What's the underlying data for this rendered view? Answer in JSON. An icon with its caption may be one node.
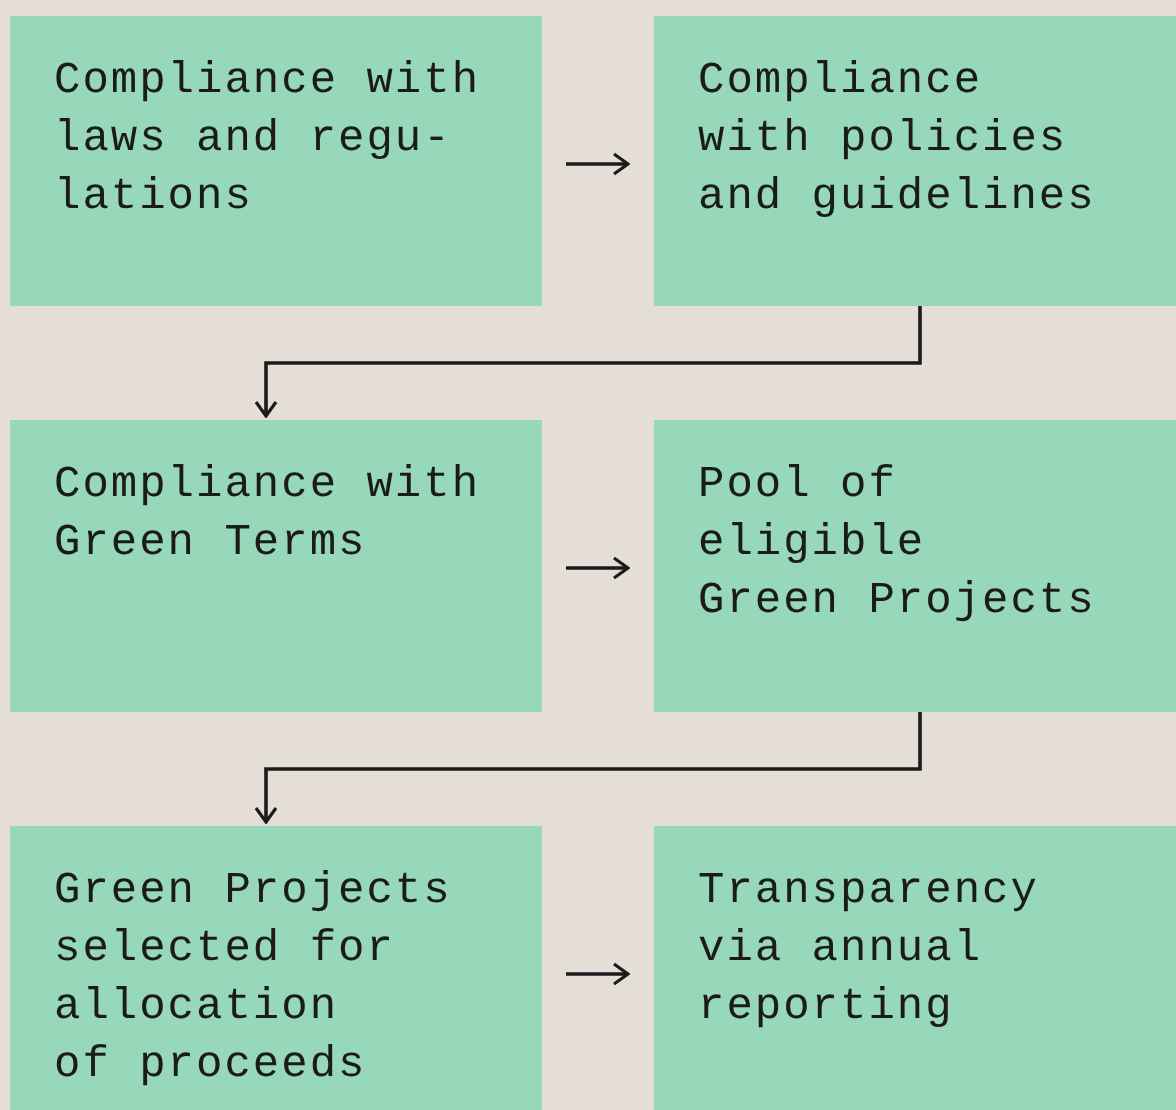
{
  "diagram": {
    "nodes": [
      {
        "text": [
          "Compliance with laws and regu- lations"
        ]
      },
      {
        "text": [
          "Compliance with policies and guidelines"
        ]
      },
      {
        "text": [
          "Compliance with Green Terms"
        ]
      },
      {
        "text": [
          "Pool of eligible Green Projects"
        ]
      },
      {
        "text": [
          "Green Projects selected for allocation of proceeds"
        ]
      },
      {
        "text": [
          "Transparency via annual reporting"
        ]
      }
    ],
    "edges": [
      {
        "from": 0,
        "to": 1,
        "arrow": "to"
      },
      {
        "from": 1,
        "to": 2,
        "arrow": "to"
      },
      {
        "from": 2,
        "to": 3,
        "arrow": "to"
      },
      {
        "from": 3,
        "to": 4,
        "arrow": "to"
      },
      {
        "from": 4,
        "to": 5,
        "arrow": "to"
      }
    ]
  }
}
